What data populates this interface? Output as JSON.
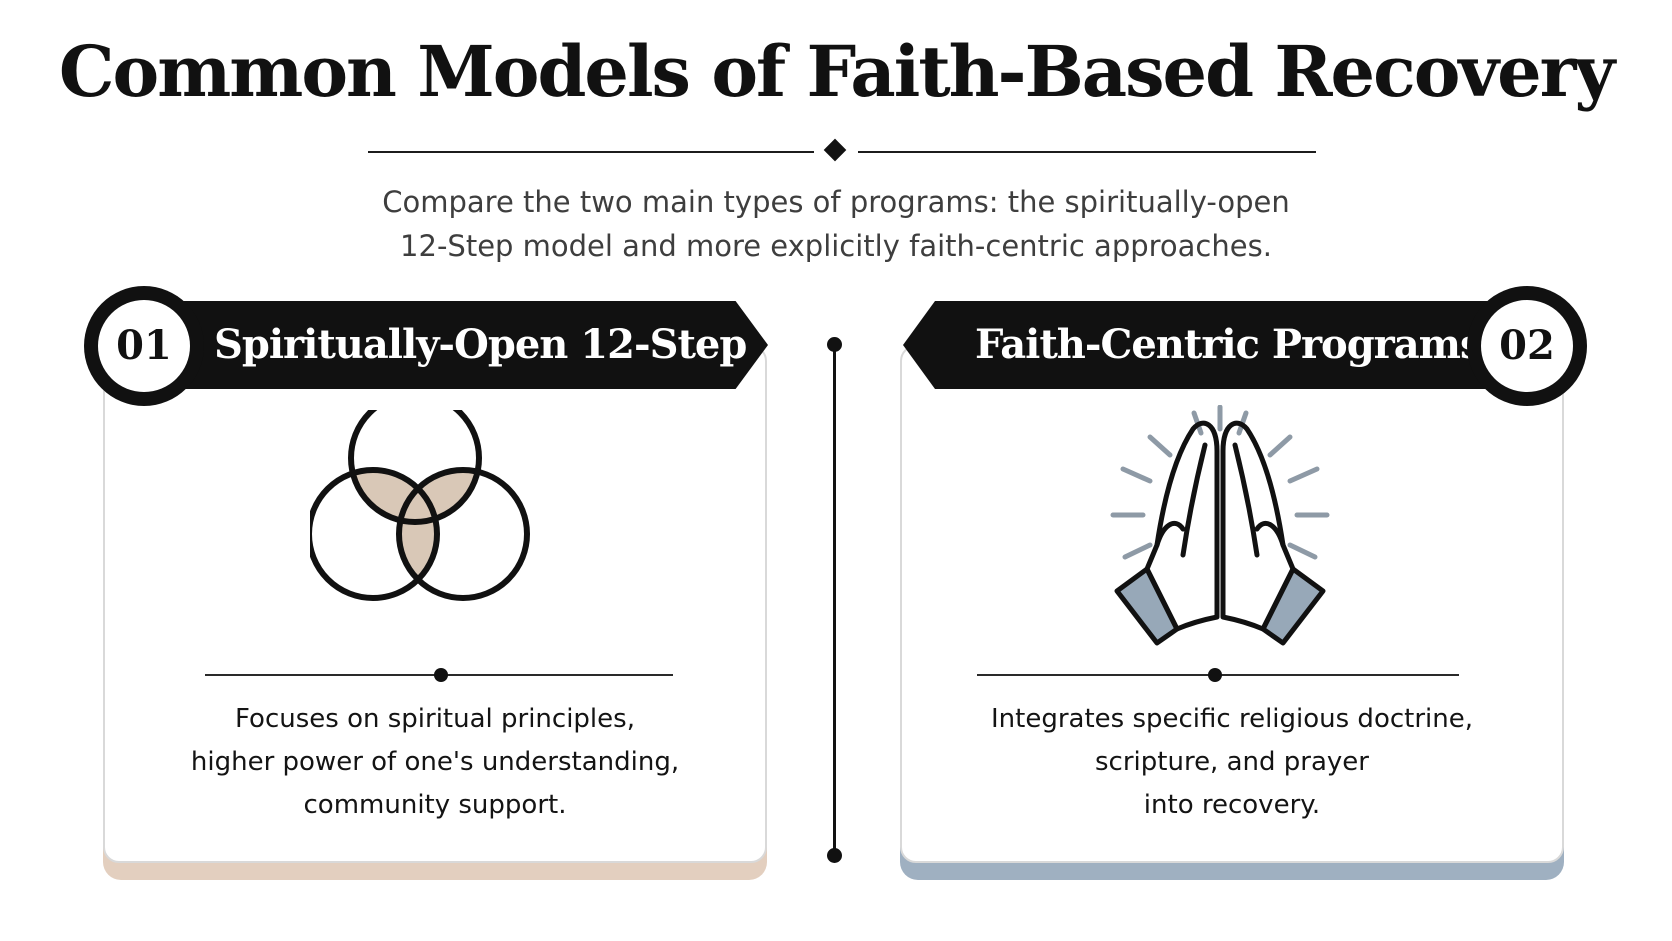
{
  "title": "Common Models of Faith-Based Recovery",
  "subtitle": {
    "line1": "Compare the two main types of programs: the spiritually-open",
    "line2": "12-Step model and more explicitly faith-centric approaches."
  },
  "colors": {
    "ink": "#111111",
    "card_one_accent": "#e3cfbf",
    "card_two_accent": "#9fb0c1"
  },
  "cards": [
    {
      "number": "01",
      "heading": "Spiritually-Open 12-Step",
      "icon": "venn-diagram-icon",
      "lines": [
        "Focuses on spiritual principles,",
        "higher power of one's understanding,",
        "community support."
      ]
    },
    {
      "number": "02",
      "heading": "Faith-Centric Programs",
      "icon": "praying-hands-icon",
      "lines": [
        "Integrates specific religious doctrine,",
        "scripture, and prayer",
        "into recovery."
      ]
    }
  ]
}
